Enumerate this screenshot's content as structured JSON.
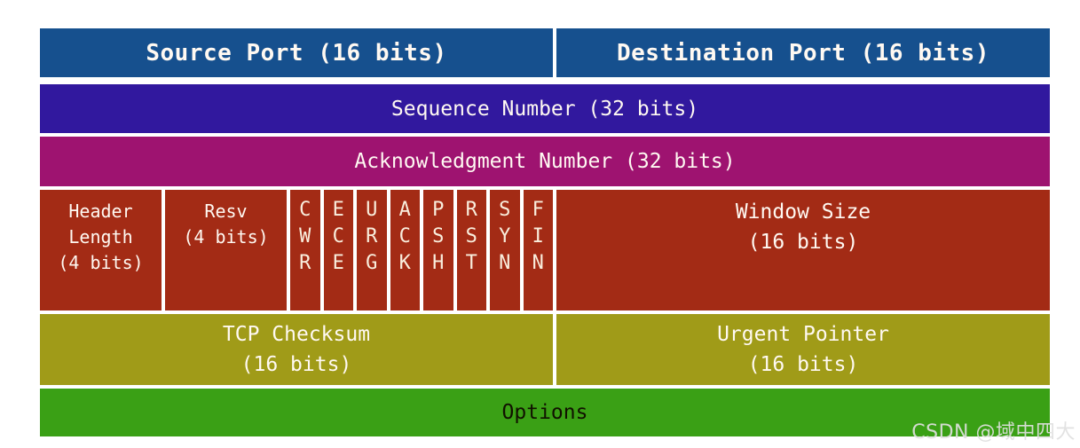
{
  "diagram": {
    "fields": {
      "source_port": "Source Port (16 bits)",
      "destination_port": "Destination Port (16 bits)",
      "sequence_number": "Sequence Number (32 bits)",
      "acknowledgment_number": "Acknowledgment Number (32 bits)",
      "header_length": "Header\nLength\n(4 bits)",
      "reserved": "Resv\n(4 bits)",
      "window_size": "Window Size\n(16 bits)",
      "tcp_checksum": "TCP Checksum\n(16 bits)",
      "urgent_pointer": "Urgent Pointer\n(16 bits)",
      "options": "Options"
    },
    "flags": {
      "cwr": "C\nW\nR",
      "ece": "E\nC\nE",
      "urg": "U\nR\nG",
      "ack": "A\nC\nK",
      "psh": "P\nS\nH",
      "rst": "R\nS\nT",
      "syn": "S\nY\nN",
      "fin": "F\nI\nN"
    },
    "colors": {
      "ports_row": "#16508E",
      "sequence_row": "#31189E",
      "ack_row": "#9E1370",
      "flags_row": "#A32B15",
      "checksum_row": "#A09B18",
      "options_row": "#3AA015"
    }
  },
  "watermark": {
    "text": "CSDN @域中四大"
  }
}
